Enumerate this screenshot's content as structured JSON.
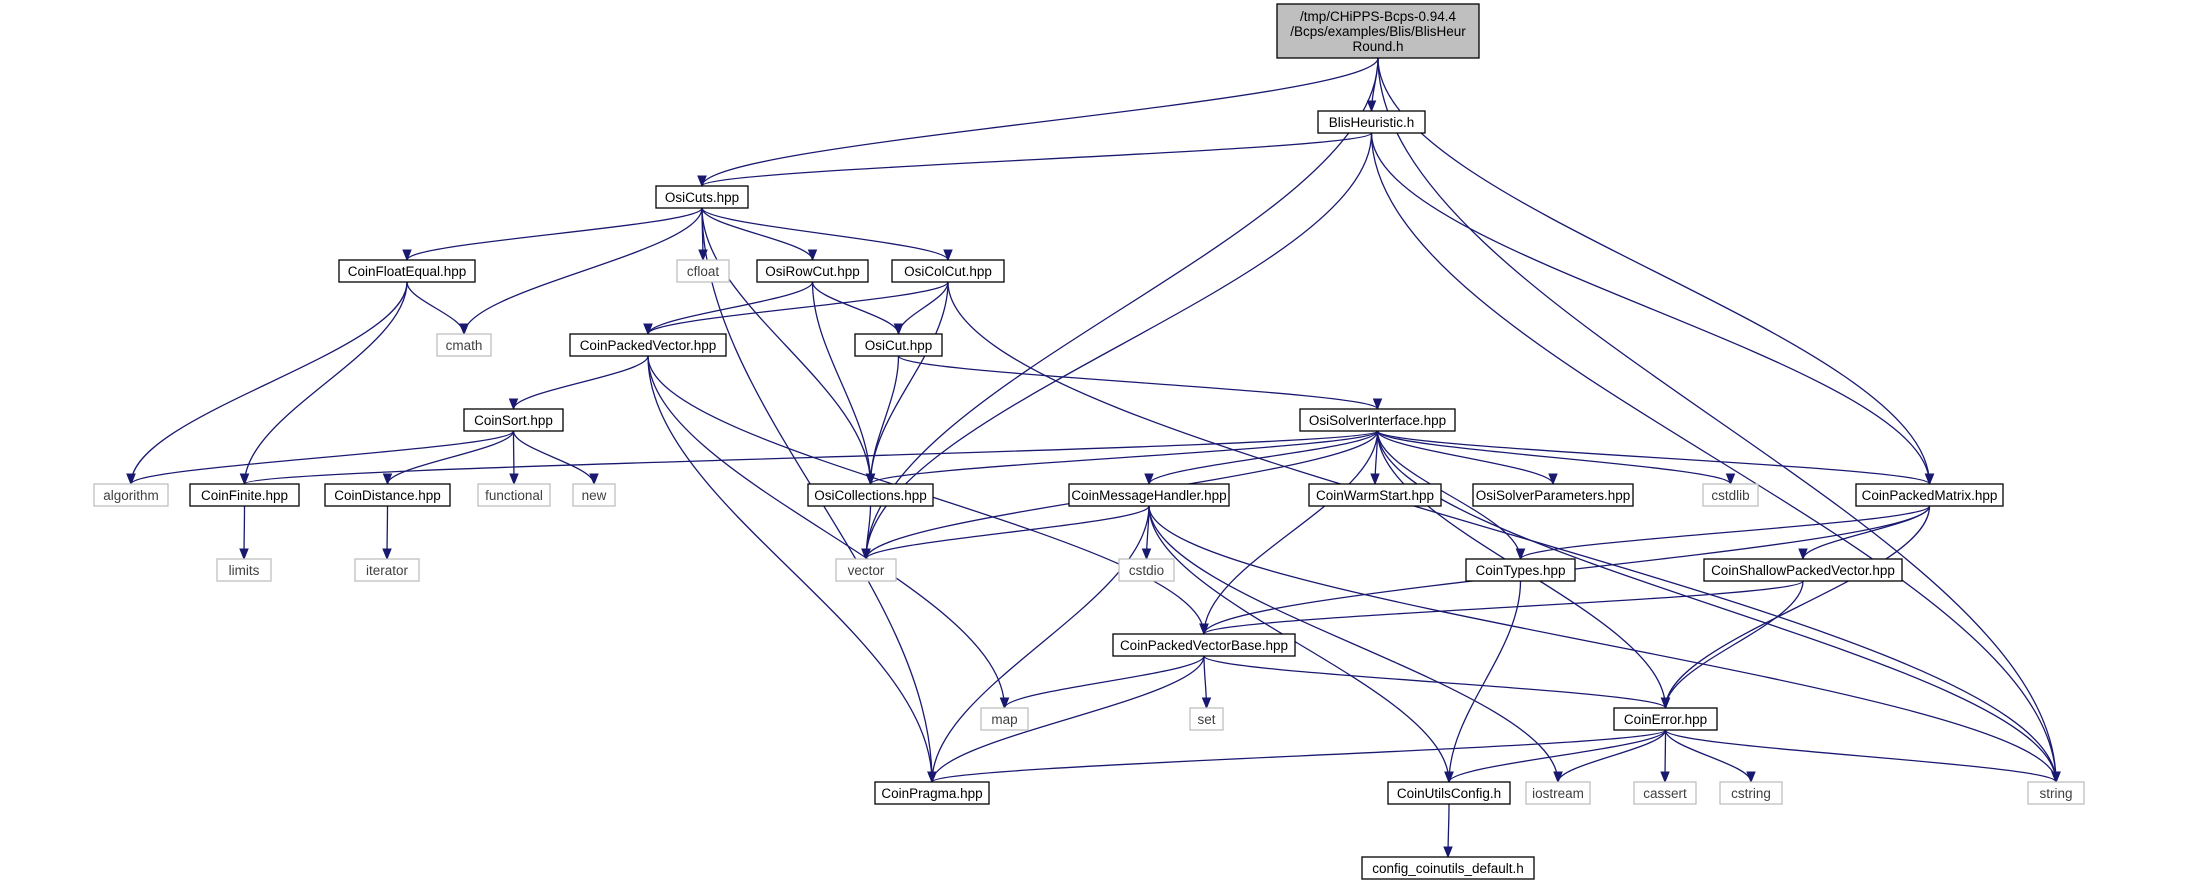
{
  "graph": {
    "nodes": [
      {
        "id": "root",
        "kind": "root",
        "lines": [
          "/tmp/CHiPPS-Bcps-0.94.4",
          "/Bcps/examples/Blis/BlisHeur",
          "Round.h"
        ]
      },
      {
        "id": "blisheuristic",
        "kind": "hdr",
        "lines": [
          "BlisHeuristic.h"
        ]
      },
      {
        "id": "osicuts",
        "kind": "hdr",
        "lines": [
          "OsiCuts.hpp"
        ]
      },
      {
        "id": "coinfloatequal",
        "kind": "hdr",
        "lines": [
          "CoinFloatEqual.hpp"
        ]
      },
      {
        "id": "cfloat",
        "kind": "sys",
        "lines": [
          "cfloat"
        ]
      },
      {
        "id": "osirowcut",
        "kind": "hdr",
        "lines": [
          "OsiRowCut.hpp"
        ]
      },
      {
        "id": "osicolcut",
        "kind": "hdr",
        "lines": [
          "OsiColCut.hpp"
        ]
      },
      {
        "id": "cmath",
        "kind": "sys",
        "lines": [
          "cmath"
        ]
      },
      {
        "id": "coinpackedvector",
        "kind": "hdr",
        "lines": [
          "CoinPackedVector.hpp"
        ]
      },
      {
        "id": "osicut",
        "kind": "hdr",
        "lines": [
          "OsiCut.hpp"
        ]
      },
      {
        "id": "coinsort",
        "kind": "hdr",
        "lines": [
          "CoinSort.hpp"
        ]
      },
      {
        "id": "osisolverinterface",
        "kind": "hdr",
        "lines": [
          "OsiSolverInterface.hpp"
        ]
      },
      {
        "id": "algorithm",
        "kind": "sys",
        "lines": [
          "algorithm"
        ]
      },
      {
        "id": "coinfinite",
        "kind": "hdr",
        "lines": [
          "CoinFinite.hpp"
        ]
      },
      {
        "id": "coindistance",
        "kind": "hdr",
        "lines": [
          "CoinDistance.hpp"
        ]
      },
      {
        "id": "functional",
        "kind": "sys",
        "lines": [
          "functional"
        ]
      },
      {
        "id": "new",
        "kind": "sys",
        "lines": [
          "new"
        ]
      },
      {
        "id": "osicollections",
        "kind": "hdr",
        "lines": [
          "OsiCollections.hpp"
        ]
      },
      {
        "id": "coinmessagehandler",
        "kind": "hdr",
        "lines": [
          "CoinMessageHandler.hpp"
        ]
      },
      {
        "id": "coinwarmstart",
        "kind": "hdr",
        "lines": [
          "CoinWarmStart.hpp"
        ]
      },
      {
        "id": "osisolverparameters",
        "kind": "hdr",
        "lines": [
          "OsiSolverParameters.hpp"
        ]
      },
      {
        "id": "cstdlib",
        "kind": "sys",
        "lines": [
          "cstdlib"
        ]
      },
      {
        "id": "coinpackedmatrix",
        "kind": "hdr",
        "lines": [
          "CoinPackedMatrix.hpp"
        ]
      },
      {
        "id": "limits",
        "kind": "sys",
        "lines": [
          "limits"
        ]
      },
      {
        "id": "iterator",
        "kind": "sys",
        "lines": [
          "iterator"
        ]
      },
      {
        "id": "vector",
        "kind": "sys",
        "lines": [
          "vector"
        ]
      },
      {
        "id": "cstdio",
        "kind": "sys",
        "lines": [
          "cstdio"
        ]
      },
      {
        "id": "cointypes",
        "kind": "hdr",
        "lines": [
          "CoinTypes.hpp"
        ]
      },
      {
        "id": "coinshallowpackedvector",
        "kind": "hdr",
        "lines": [
          "CoinShallowPackedVector.hpp"
        ]
      },
      {
        "id": "coinpackedvectorbase",
        "kind": "hdr",
        "lines": [
          "CoinPackedVectorBase.hpp"
        ]
      },
      {
        "id": "map",
        "kind": "sys",
        "lines": [
          "map"
        ]
      },
      {
        "id": "set",
        "kind": "sys",
        "lines": [
          "set"
        ]
      },
      {
        "id": "coinerror",
        "kind": "hdr",
        "lines": [
          "CoinError.hpp"
        ]
      },
      {
        "id": "coinpragma",
        "kind": "hdr",
        "lines": [
          "CoinPragma.hpp"
        ]
      },
      {
        "id": "coinutilsconfig",
        "kind": "hdr",
        "lines": [
          "CoinUtilsConfig.h"
        ]
      },
      {
        "id": "iostream",
        "kind": "sys",
        "lines": [
          "iostream"
        ]
      },
      {
        "id": "cassert",
        "kind": "sys",
        "lines": [
          "cassert"
        ]
      },
      {
        "id": "cstring",
        "kind": "sys",
        "lines": [
          "cstring"
        ]
      },
      {
        "id": "string",
        "kind": "sys",
        "lines": [
          "string"
        ]
      },
      {
        "id": "configdefault",
        "kind": "hdr",
        "lines": [
          "config_coinutils_default.h"
        ]
      }
    ],
    "edges": [
      [
        "root",
        "blisheuristic"
      ],
      [
        "root",
        "osicuts"
      ],
      [
        "root",
        "vector"
      ],
      [
        "root",
        "coinpackedmatrix"
      ],
      [
        "root",
        "string"
      ],
      [
        "blisheuristic",
        "osicuts"
      ],
      [
        "blisheuristic",
        "vector"
      ],
      [
        "blisheuristic",
        "coinpackedmatrix"
      ],
      [
        "blisheuristic",
        "string"
      ],
      [
        "osicuts",
        "coinfloatequal"
      ],
      [
        "osicuts",
        "cfloat"
      ],
      [
        "osicuts",
        "osirowcut"
      ],
      [
        "osicuts",
        "osicolcut"
      ],
      [
        "osicuts",
        "cmath"
      ],
      [
        "osicuts",
        "osicollections"
      ],
      [
        "osicuts",
        "coinpragma"
      ],
      [
        "coinfloatequal",
        "cmath"
      ],
      [
        "coinfloatequal",
        "algorithm"
      ],
      [
        "coinfloatequal",
        "coinfinite"
      ],
      [
        "osirowcut",
        "coinpackedvector"
      ],
      [
        "osirowcut",
        "osicut"
      ],
      [
        "osirowcut",
        "osicollections"
      ],
      [
        "osicolcut",
        "coinpackedvector"
      ],
      [
        "osicolcut",
        "osicut"
      ],
      [
        "osicolcut",
        "osicollections"
      ],
      [
        "osicolcut",
        "string"
      ],
      [
        "coinpackedvector",
        "coinsort"
      ],
      [
        "coinpackedvector",
        "map"
      ],
      [
        "coinpackedvector",
        "coinpackedvectorbase"
      ],
      [
        "coinpackedvector",
        "coinpragma"
      ],
      [
        "osicut",
        "osisolverinterface"
      ],
      [
        "osicut",
        "osicollections"
      ],
      [
        "coinsort",
        "algorithm"
      ],
      [
        "coinsort",
        "coindistance"
      ],
      [
        "coinsort",
        "functional"
      ],
      [
        "coinsort",
        "new"
      ],
      [
        "coindistance",
        "iterator"
      ],
      [
        "coinfinite",
        "limits"
      ],
      [
        "osicollections",
        "vector"
      ],
      [
        "osisolverinterface",
        "coinfinite"
      ],
      [
        "osisolverinterface",
        "osicollections"
      ],
      [
        "osisolverinterface",
        "vector"
      ],
      [
        "osisolverinterface",
        "coinmessagehandler"
      ],
      [
        "osisolverinterface",
        "coinpackedvectorbase"
      ],
      [
        "osisolverinterface",
        "coinwarmstart"
      ],
      [
        "osisolverinterface",
        "osisolverparameters"
      ],
      [
        "osisolverinterface",
        "cointypes"
      ],
      [
        "osisolverinterface",
        "cstdlib"
      ],
      [
        "osisolverinterface",
        "coinpackedmatrix"
      ],
      [
        "osisolverinterface",
        "coinerror"
      ],
      [
        "osisolverinterface",
        "string"
      ],
      [
        "coinmessagehandler",
        "vector"
      ],
      [
        "coinmessagehandler",
        "cstdio"
      ],
      [
        "coinmessagehandler",
        "coinpragma"
      ],
      [
        "coinmessagehandler",
        "coinutilsconfig"
      ],
      [
        "coinmessagehandler",
        "iostream"
      ],
      [
        "coinmessagehandler",
        "string"
      ],
      [
        "coinpackedmatrix",
        "cointypes"
      ],
      [
        "coinpackedmatrix",
        "coinshallowpackedvector"
      ],
      [
        "coinpackedmatrix",
        "coinpackedvectorbase"
      ],
      [
        "coinpackedmatrix",
        "coinerror"
      ],
      [
        "cointypes",
        "coinutilsconfig"
      ],
      [
        "coinshallowpackedvector",
        "coinpackedvectorbase"
      ],
      [
        "coinshallowpackedvector",
        "coinerror"
      ],
      [
        "coinpackedvectorbase",
        "map"
      ],
      [
        "coinpackedvectorbase",
        "set"
      ],
      [
        "coinpackedvectorbase",
        "coinerror"
      ],
      [
        "coinpackedvectorbase",
        "coinpragma"
      ],
      [
        "coinerror",
        "coinpragma"
      ],
      [
        "coinerror",
        "coinutilsconfig"
      ],
      [
        "coinerror",
        "iostream"
      ],
      [
        "coinerror",
        "cassert"
      ],
      [
        "coinerror",
        "cstring"
      ],
      [
        "coinerror",
        "string"
      ],
      [
        "coinutilsconfig",
        "configdefault"
      ]
    ]
  }
}
